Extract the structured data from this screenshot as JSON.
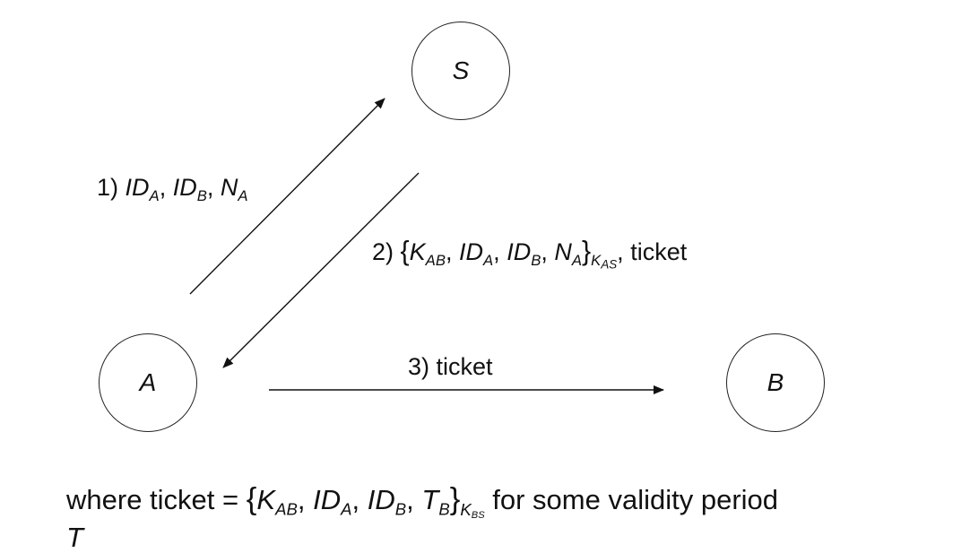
{
  "nodes": {
    "s": "S",
    "a": "A",
    "b": "B"
  },
  "msg1": {
    "num": "1)",
    "id": "ID",
    "sa": "A",
    "sb": "B",
    "n": "N"
  },
  "msg2": {
    "num": "2)",
    "k": "K",
    "kab": "AB",
    "id": "ID",
    "sa": "A",
    "sb": "B",
    "n": "N",
    "kas": "AS",
    "k2": "K",
    "ticket": "ticket"
  },
  "msg3": {
    "text": "3) ticket"
  },
  "footnote": {
    "prefix": "where ticket",
    "equals": "=",
    "k": "K",
    "kab": "AB",
    "id": "ID",
    "sa": "A",
    "sb": "B",
    "t": "T",
    "tb": "B",
    "kbs": "BS",
    "suffix": "for some validity period",
    "t_next": "T"
  }
}
